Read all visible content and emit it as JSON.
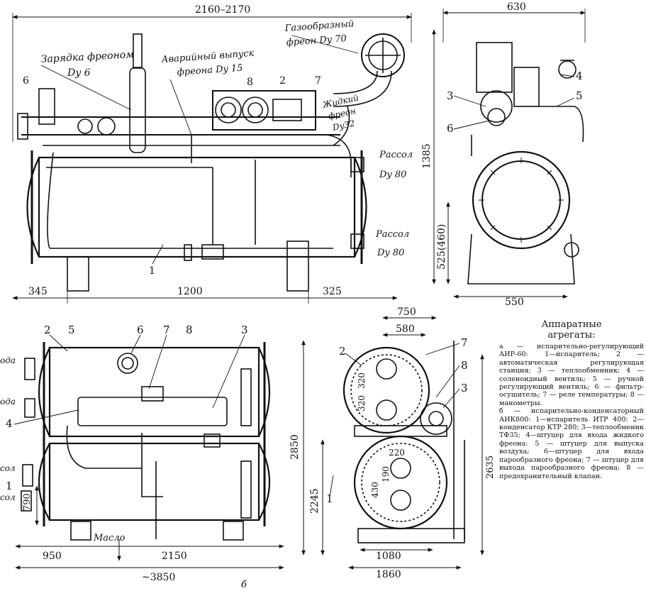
{
  "top_drawing": {
    "dim_overall": "2160–2170",
    "dim_left": "345",
    "dim_mid": "1200",
    "dim_right": "325",
    "label_charge": "Зарядка фреоном",
    "label_charge_dn": "Dy 6",
    "label_emergency": "Аварийный выпуск",
    "label_emergency2": "фреона Dy 15",
    "label_gas": "Газообразный",
    "label_gas2": "фреон Dy 70",
    "label_liquid": "Жидкий",
    "label_liquid2": "фреон",
    "label_liquid3": "Dy32",
    "label_brine1": "Рассол",
    "label_brine1_dn": "Dy 80",
    "label_brine2": "Рассол",
    "label_brine2_dn": "Dy 80",
    "callouts": [
      "6",
      "8",
      "2",
      "7",
      "1"
    ]
  },
  "side_drawing": {
    "dim_width": "630",
    "dim_height": "1385",
    "dim_lower": "525(460)",
    "dim_base": "550",
    "callouts": [
      "4",
      "3",
      "5",
      "6"
    ]
  },
  "bottom_drawing": {
    "dim_950": "950",
    "dim_2150": "2150",
    "dim_total": "~3850",
    "dim_790": "790",
    "label_oil": "Масло",
    "sheet_letter": "б",
    "left_labels": [
      "ода",
      "ода",
      "сол",
      "сол"
    ],
    "callouts": [
      "2",
      "5",
      "6",
      "7",
      "8",
      "3",
      "4",
      "1"
    ]
  },
  "end_drawing": {
    "dim_750": "750",
    "dim_580": "580",
    "dim_320a": "320",
    "dim_320b": "320",
    "dim_220": "220",
    "dim_430": "430",
    "dim_190": "190",
    "dim_2850": "2850",
    "dim_2245": "2245",
    "dim_2635": "2635",
    "dim_1080": "1080",
    "dim_1860": "1860",
    "callouts": [
      "2",
      "7",
      "8",
      "3",
      "1"
    ]
  },
  "caption": {
    "title": "Аппаратные",
    "subtitle": "агрегаты:",
    "para_a": "а — испарительно-регулирующий АИР-60: 1—испаритель; 2 — автоматическая регулирующая станция; 3 — теплообменник; 4 — соленоидный вентиль; 5 — ручной регулирующий вентиль; 6 — фильтр-осушитель; 7 — реле температуры; 8 — манометры.",
    "para_b": "б — испарительно-конденсаторный АИК800: 1—испаритель ИТР 400: 2—конденсатор КТР 280; 3—теплообменик ТФ35; 4—штуцер для входа жидкого фреона: 5 — штуцер для выпуска воздуха; 6—штуцер для входа парообразного фреона; 7 — штуцер для выхода парообразного фреона; 8 — предохранительный клапан."
  },
  "colors": {
    "ink": "#111111",
    "paper": "#ffffff"
  }
}
